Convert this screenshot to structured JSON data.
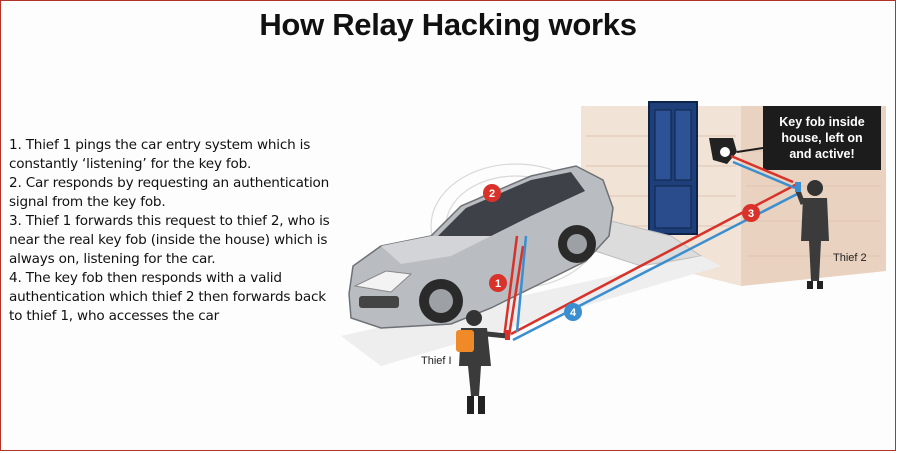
{
  "title": "How Relay Hacking works",
  "steps": [
    "1. Thief 1 pings the car entry system which is constantly ‘listening’ for the key fob.",
    "2. Car responds by requesting an authentication signal from the key fob.",
    "3. Thief 1 forwards this request to thief 2, who is near the real key fob (inside the house) which is always on, listening for the car.",
    "4. The key fob then responds with a valid authentication which thief 2 then forwards back to thief 1, who accesses the car"
  ],
  "illustration": {
    "callout_lines": [
      "Key fob inside",
      "house, left on",
      "and active!"
    ],
    "thief1_label": "Thief I",
    "thief2_label": "Thief 2",
    "badges": [
      "1",
      "2",
      "3",
      "4"
    ],
    "colors": {
      "signal_red": "#d8322a",
      "signal_blue": "#3b8fd0",
      "callout_bg": "#1c1c1c",
      "door": "#1f3f7a"
    }
  }
}
